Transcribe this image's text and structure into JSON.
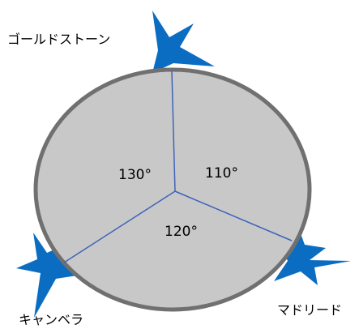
{
  "labels": {
    "goldstone": "ゴールドストーン",
    "canberra": "キャンベラ",
    "madrid": "マドリード"
  },
  "angles": {
    "left": "130°",
    "right": "110°",
    "bottom": "120°"
  },
  "colors": {
    "circle_fill": "#c8c8c8",
    "circle_stroke": "#707070",
    "divider": "#3f63b8",
    "star": "#0a6dc2"
  }
}
